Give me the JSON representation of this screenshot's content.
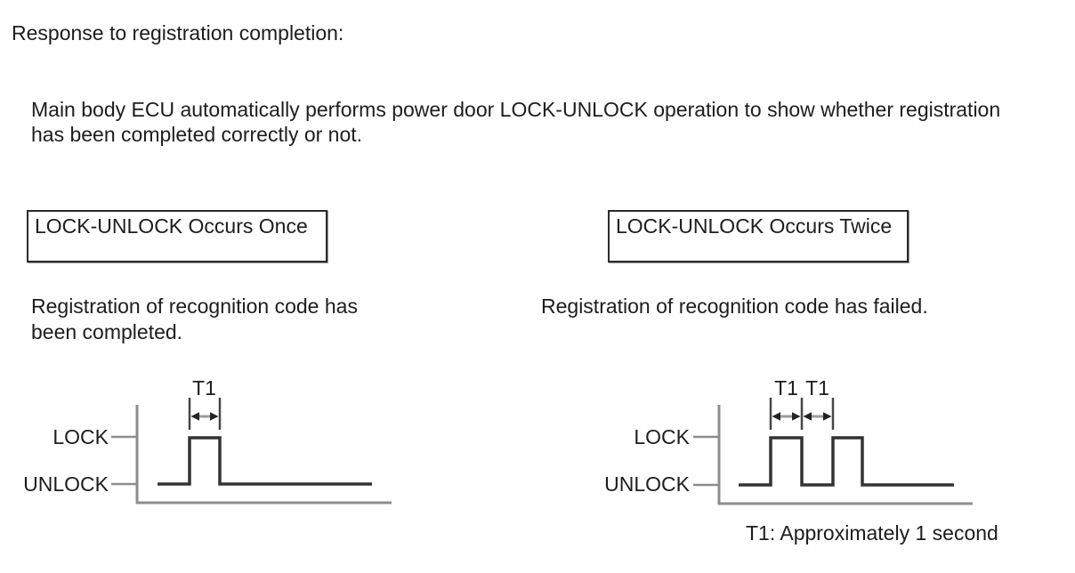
{
  "header": {
    "title": "Response to registration completion:"
  },
  "intro": {
    "lines": [
      "Main body ECU automatically performs power door LOCK-UNLOCK operation to show whether registration",
      "has been completed correctly or not."
    ]
  },
  "panels": {
    "left": {
      "result_box": "LOCK-UNLOCK Occurs Once",
      "caption_lines": [
        "Registration of recognition code has",
        "been completed."
      ],
      "diagram": {
        "lock_label": "LOCK",
        "unlock_label": "UNLOCK",
        "t1_labels": [
          "T1"
        ],
        "pulse_count": 1,
        "pulse_width": "T1",
        "levels": [
          "LOCK",
          "UNLOCK"
        ]
      }
    },
    "right": {
      "result_box": "LOCK-UNLOCK Occurs Twice",
      "caption_lines": [
        "Registration of recognition code has failed."
      ],
      "diagram": {
        "lock_label": "LOCK",
        "unlock_label": "UNLOCK",
        "t1_labels": [
          "T1",
          "T1"
        ],
        "pulse_count": 2,
        "pulse_width": "T1",
        "pulse_gap": "T1",
        "levels": [
          "LOCK",
          "UNLOCK"
        ]
      }
    }
  },
  "footnote": "T1: Approximately 1 second",
  "colors": {
    "text": "#1d1d1d",
    "axis": "#8d8d8d",
    "signal": "#333333",
    "box_border": "#2b2b2b",
    "background": "#ffffff"
  }
}
